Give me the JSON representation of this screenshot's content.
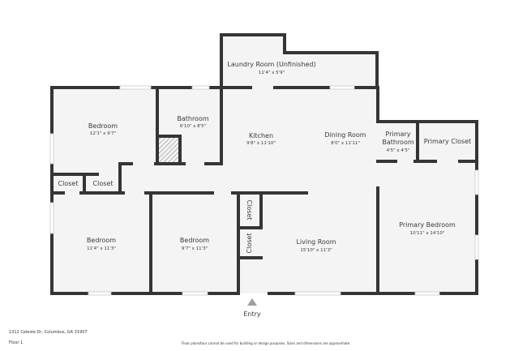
{
  "address": "1312 Celeste Dr, Columbus, GA 31907",
  "floor": "Floor 1",
  "disclaimer": "Floor plans/tour cannot be used for building or design purposes. Sizes and dimensions are approximate.",
  "entry_label": "Entry",
  "colors": {
    "wall": "#353535",
    "floor": "#f4f4f4",
    "background": "#ffffff",
    "entry_marker": "#9e9e9e"
  },
  "rooms": {
    "laundry": {
      "name": "Laundry Room (Unfinished)",
      "dims": "11'4\" x 5'9\""
    },
    "bedroom1": {
      "name": "Bedroom",
      "dims": "12'1\" x 9'7\""
    },
    "bathroom": {
      "name": "Bathroom",
      "dims": "6'10\" x 8'5\""
    },
    "kitchen": {
      "name": "Kitchen",
      "dims": "9'8\" x 11'10\""
    },
    "dining": {
      "name": "Dining Room",
      "dims": "8'0\" x 11'11\""
    },
    "primary_bath": {
      "name_line1": "Primary",
      "name_line2": "Bathroom",
      "dims": "4'5\" x 4'5\""
    },
    "primary_closet": {
      "name": "Primary Closet"
    },
    "closet1": {
      "name": "Closet"
    },
    "closet2": {
      "name": "Closet"
    },
    "bedroom2": {
      "name": "Bedroom",
      "dims": "11'4\" x 11'3\""
    },
    "bedroom3": {
      "name": "Bedroom",
      "dims": "9'7\" x 11'3\""
    },
    "closet3": {
      "name": "Closet"
    },
    "closet4": {
      "name": "Closet"
    },
    "living": {
      "name": "Living Room",
      "dims": "15'10\" x 11'3\""
    },
    "primary_bedroom": {
      "name": "Primary Bedroom",
      "dims": "10'11\" x 14'10\""
    }
  }
}
